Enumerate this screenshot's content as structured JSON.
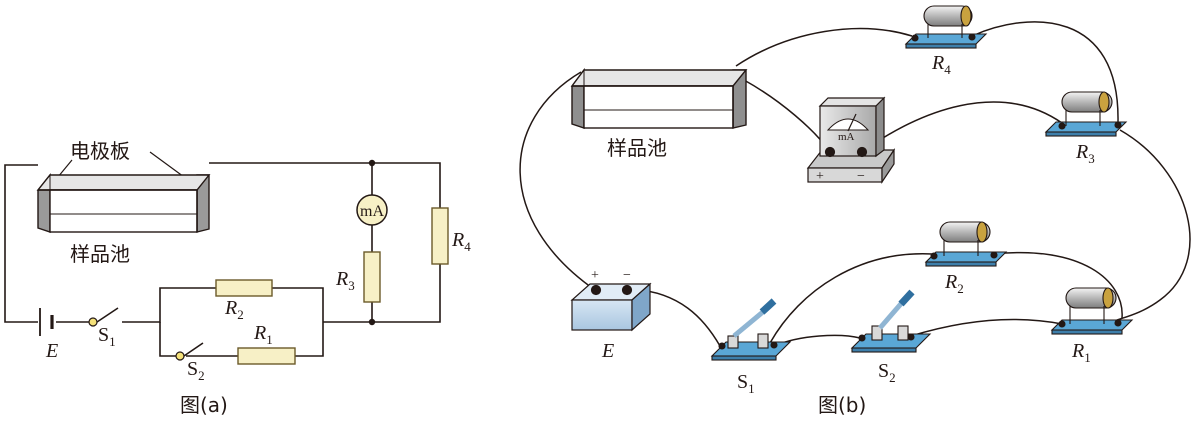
{
  "figure_a": {
    "electrode_label": "电极板",
    "cell_label": "样品池",
    "meter_label": "mA",
    "caption": "图(a)",
    "battery": {
      "main": "E"
    },
    "S1": {
      "main": "S",
      "sub": "1"
    },
    "S2": {
      "main": "S",
      "sub": "2"
    },
    "R1": {
      "main": "R",
      "sub": "1"
    },
    "R2": {
      "main": "R",
      "sub": "2"
    },
    "R3": {
      "main": "R",
      "sub": "3"
    },
    "R4": {
      "main": "R",
      "sub": "4"
    }
  },
  "figure_b": {
    "cell_label": "样品池",
    "meter_label": "mA",
    "meter_plus": "+",
    "meter_minus": "−",
    "battery_plus": "+",
    "battery_minus": "−",
    "caption": "图(b)",
    "battery": {
      "main": "E"
    },
    "S1": {
      "main": "S",
      "sub": "1"
    },
    "S2": {
      "main": "S",
      "sub": "2"
    },
    "R1": {
      "main": "R",
      "sub": "1"
    },
    "R2": {
      "main": "R",
      "sub": "2"
    },
    "R3": {
      "main": "R",
      "sub": "3"
    },
    "R4": {
      "main": "R",
      "sub": "4"
    }
  },
  "colors": {
    "line": "#231815",
    "resistor_fill": "#f7f0c6",
    "resistor_stroke": "#6b5a2a",
    "base_blue": "#5aa7d6",
    "battery_fill": "#c4d8ea",
    "knob_gold": "#c9a23f"
  }
}
